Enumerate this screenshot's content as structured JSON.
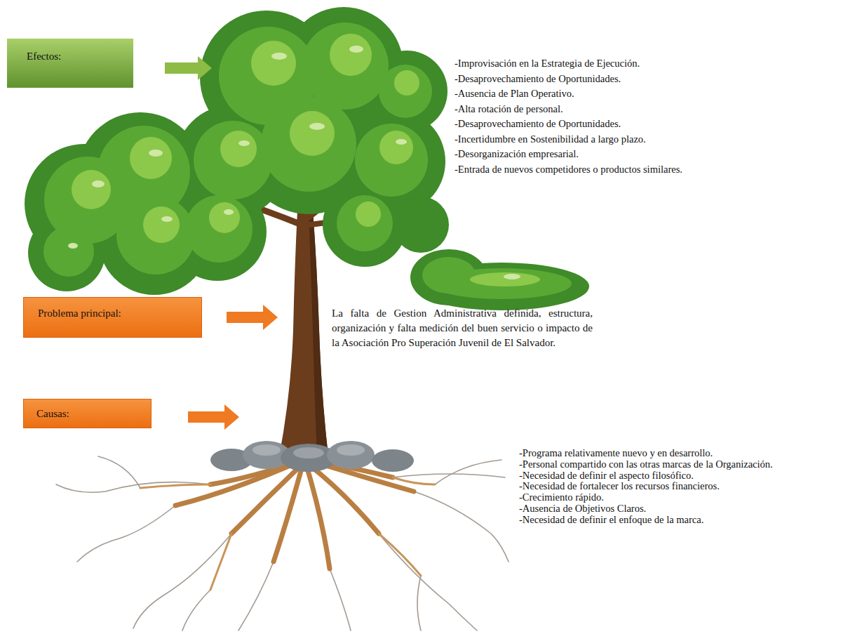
{
  "diagram": {
    "nodes": [
      {
        "text": [
          "Efectos:"
        ]
      },
      {
        "text": [
          "Problema principal:"
        ]
      },
      {
        "text": [
          "Causas:"
        ]
      }
    ],
    "labels": [
      "-Improvisación en la Estrategia de Ejecución.",
      "-Desaprovechamiento de Oportunidades.",
      "-Ausencia de Plan Operativo.",
      "-Alta rotación de personal.",
      "-Desaprovechamiento de Oportunidades.",
      "-Incertidumbre en Sostenibilidad a largo plazo.",
      "-Desorganización empresarial.",
      "-Entrada de nuevos competidores o productos similares.",
      "La falta de Gestion Administrativa definida, estructura, organización y falta medición del buen servicio o impacto de la Asociación Pro Superación Juvenil de El Salvador.",
      "-Programa relativamente nuevo y en desarrollo.",
      "-Personal compartido con las otras marcas de la Organización.",
      "-Necesidad de definir el aspecto filosófico.",
      "-Necesidad de fortalecer los recursos financieros.",
      "-Crecimiento rápido.",
      "-Ausencia de Objetivos Claros.",
      "-Necesidad de definir el enfoque de la marca."
    ]
  }
}
